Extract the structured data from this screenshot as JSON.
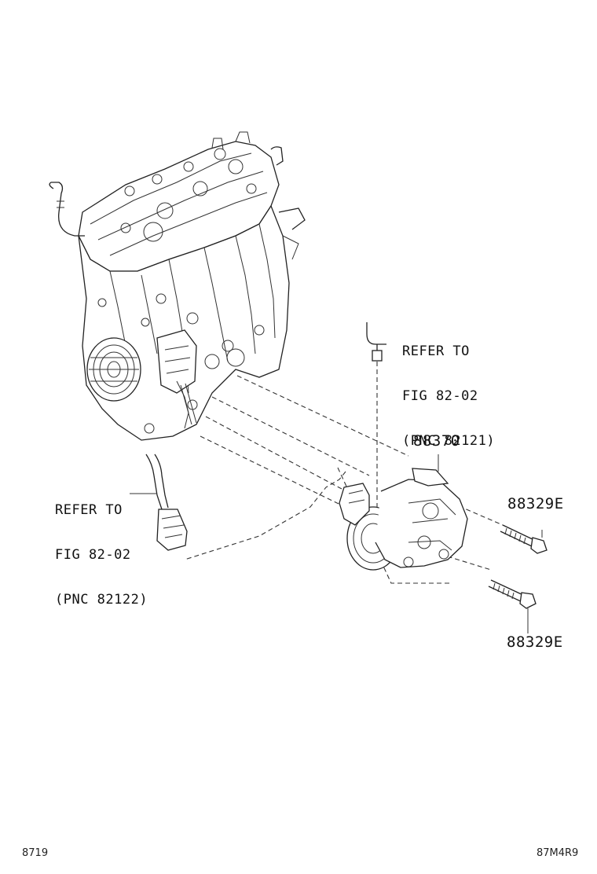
{
  "callouts": {
    "ref_upper": {
      "line1": "REFER TO",
      "line2": "FIG 82-02",
      "line3": "(PNC 82121)"
    },
    "ref_lower": {
      "line1": "REFER TO",
      "line2": "FIG 82-02",
      "line3": "(PNC 82122)"
    }
  },
  "parts": {
    "compressor": "88370",
    "bolt_upper": "88329E",
    "bolt_lower": "88329E"
  },
  "footer": {
    "left_code": "8719",
    "right_code": "87M4R9"
  }
}
